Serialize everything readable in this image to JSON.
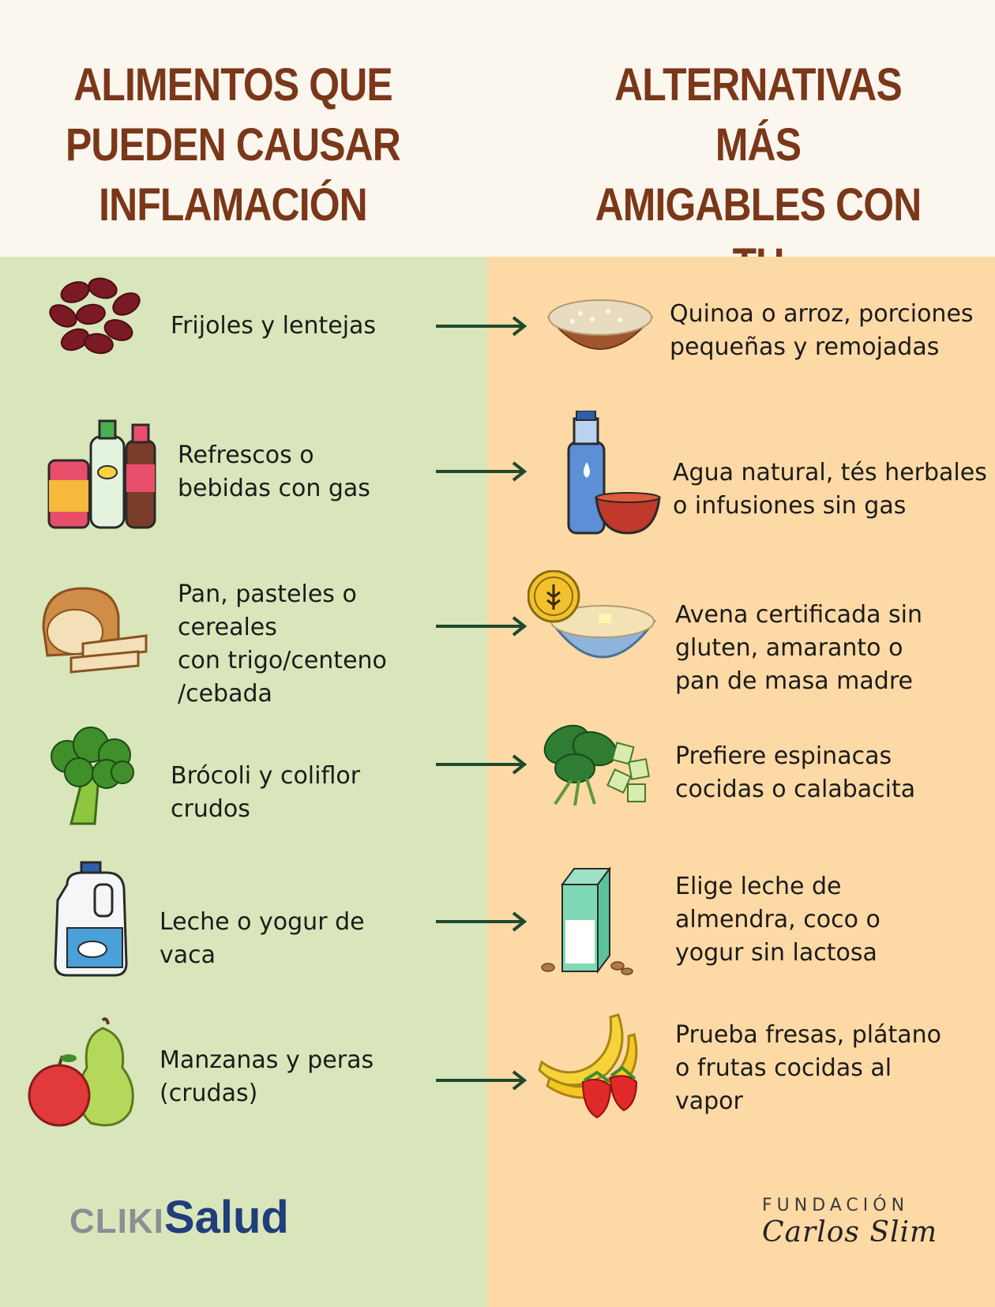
{
  "header": {
    "left_title": "ALIMENTOS QUE\nPUEDEN CAUSAR\nINFLAMACIÓN",
    "right_title": "ALTERNATIVAS MÁS\nAMIGABLES CON TU\nDIGESTIÓN"
  },
  "rows": [
    {
      "left": "Frijoles y lentejas",
      "right": "Quinoa o arroz, porciones\npequeñas y remojadas",
      "left_icon": "beans-icon",
      "right_icon": "rice-bowl-icon"
    },
    {
      "left": "Refrescos o\nbebidas con gas",
      "right": "Agua natural, tés herbales\no infusiones sin gas",
      "left_icon": "soda-icon",
      "right_icon": "water-tea-icon"
    },
    {
      "left": "Pan, pasteles o\ncereales\ncon trigo/centeno\n/cebada",
      "right": "Avena certificada sin\ngluten, amaranto o\npan de masa madre",
      "left_icon": "bread-icon",
      "right_icon": "oatmeal-icon"
    },
    {
      "left": "Brócoli y coliflor\ncrudos",
      "right": "Prefiere espinacas\ncocidas o calabacita",
      "left_icon": "broccoli-icon",
      "right_icon": "spinach-zucchini-icon"
    },
    {
      "left": "Leche o yogur de\nvaca",
      "right": "Elige leche de\nalmendra, coco o\nyogur sin lactosa",
      "left_icon": "milk-jug-icon",
      "right_icon": "almond-milk-icon"
    },
    {
      "left": "Manzanas y peras\n(crudas)",
      "right": "Prueba fresas, plátano\no frutas cocidas al\nvapor",
      "left_icon": "apple-pear-icon",
      "right_icon": "banana-strawberry-icon"
    }
  ],
  "badge": {
    "gluten_free": "GLUTEN FREE"
  },
  "footer": {
    "clik_a": "CLIKI",
    "clik_b": "Salud",
    "fundacion": "FUNDACIÓN",
    "carlos_slim": "Carlos Slim"
  },
  "colors": {
    "header_bg": "#fbf6ee",
    "title": "#7a3719",
    "left_panel": "#d9e6bb",
    "right_panel": "#fdd9a5",
    "arrow": "#1d4a2c"
  }
}
